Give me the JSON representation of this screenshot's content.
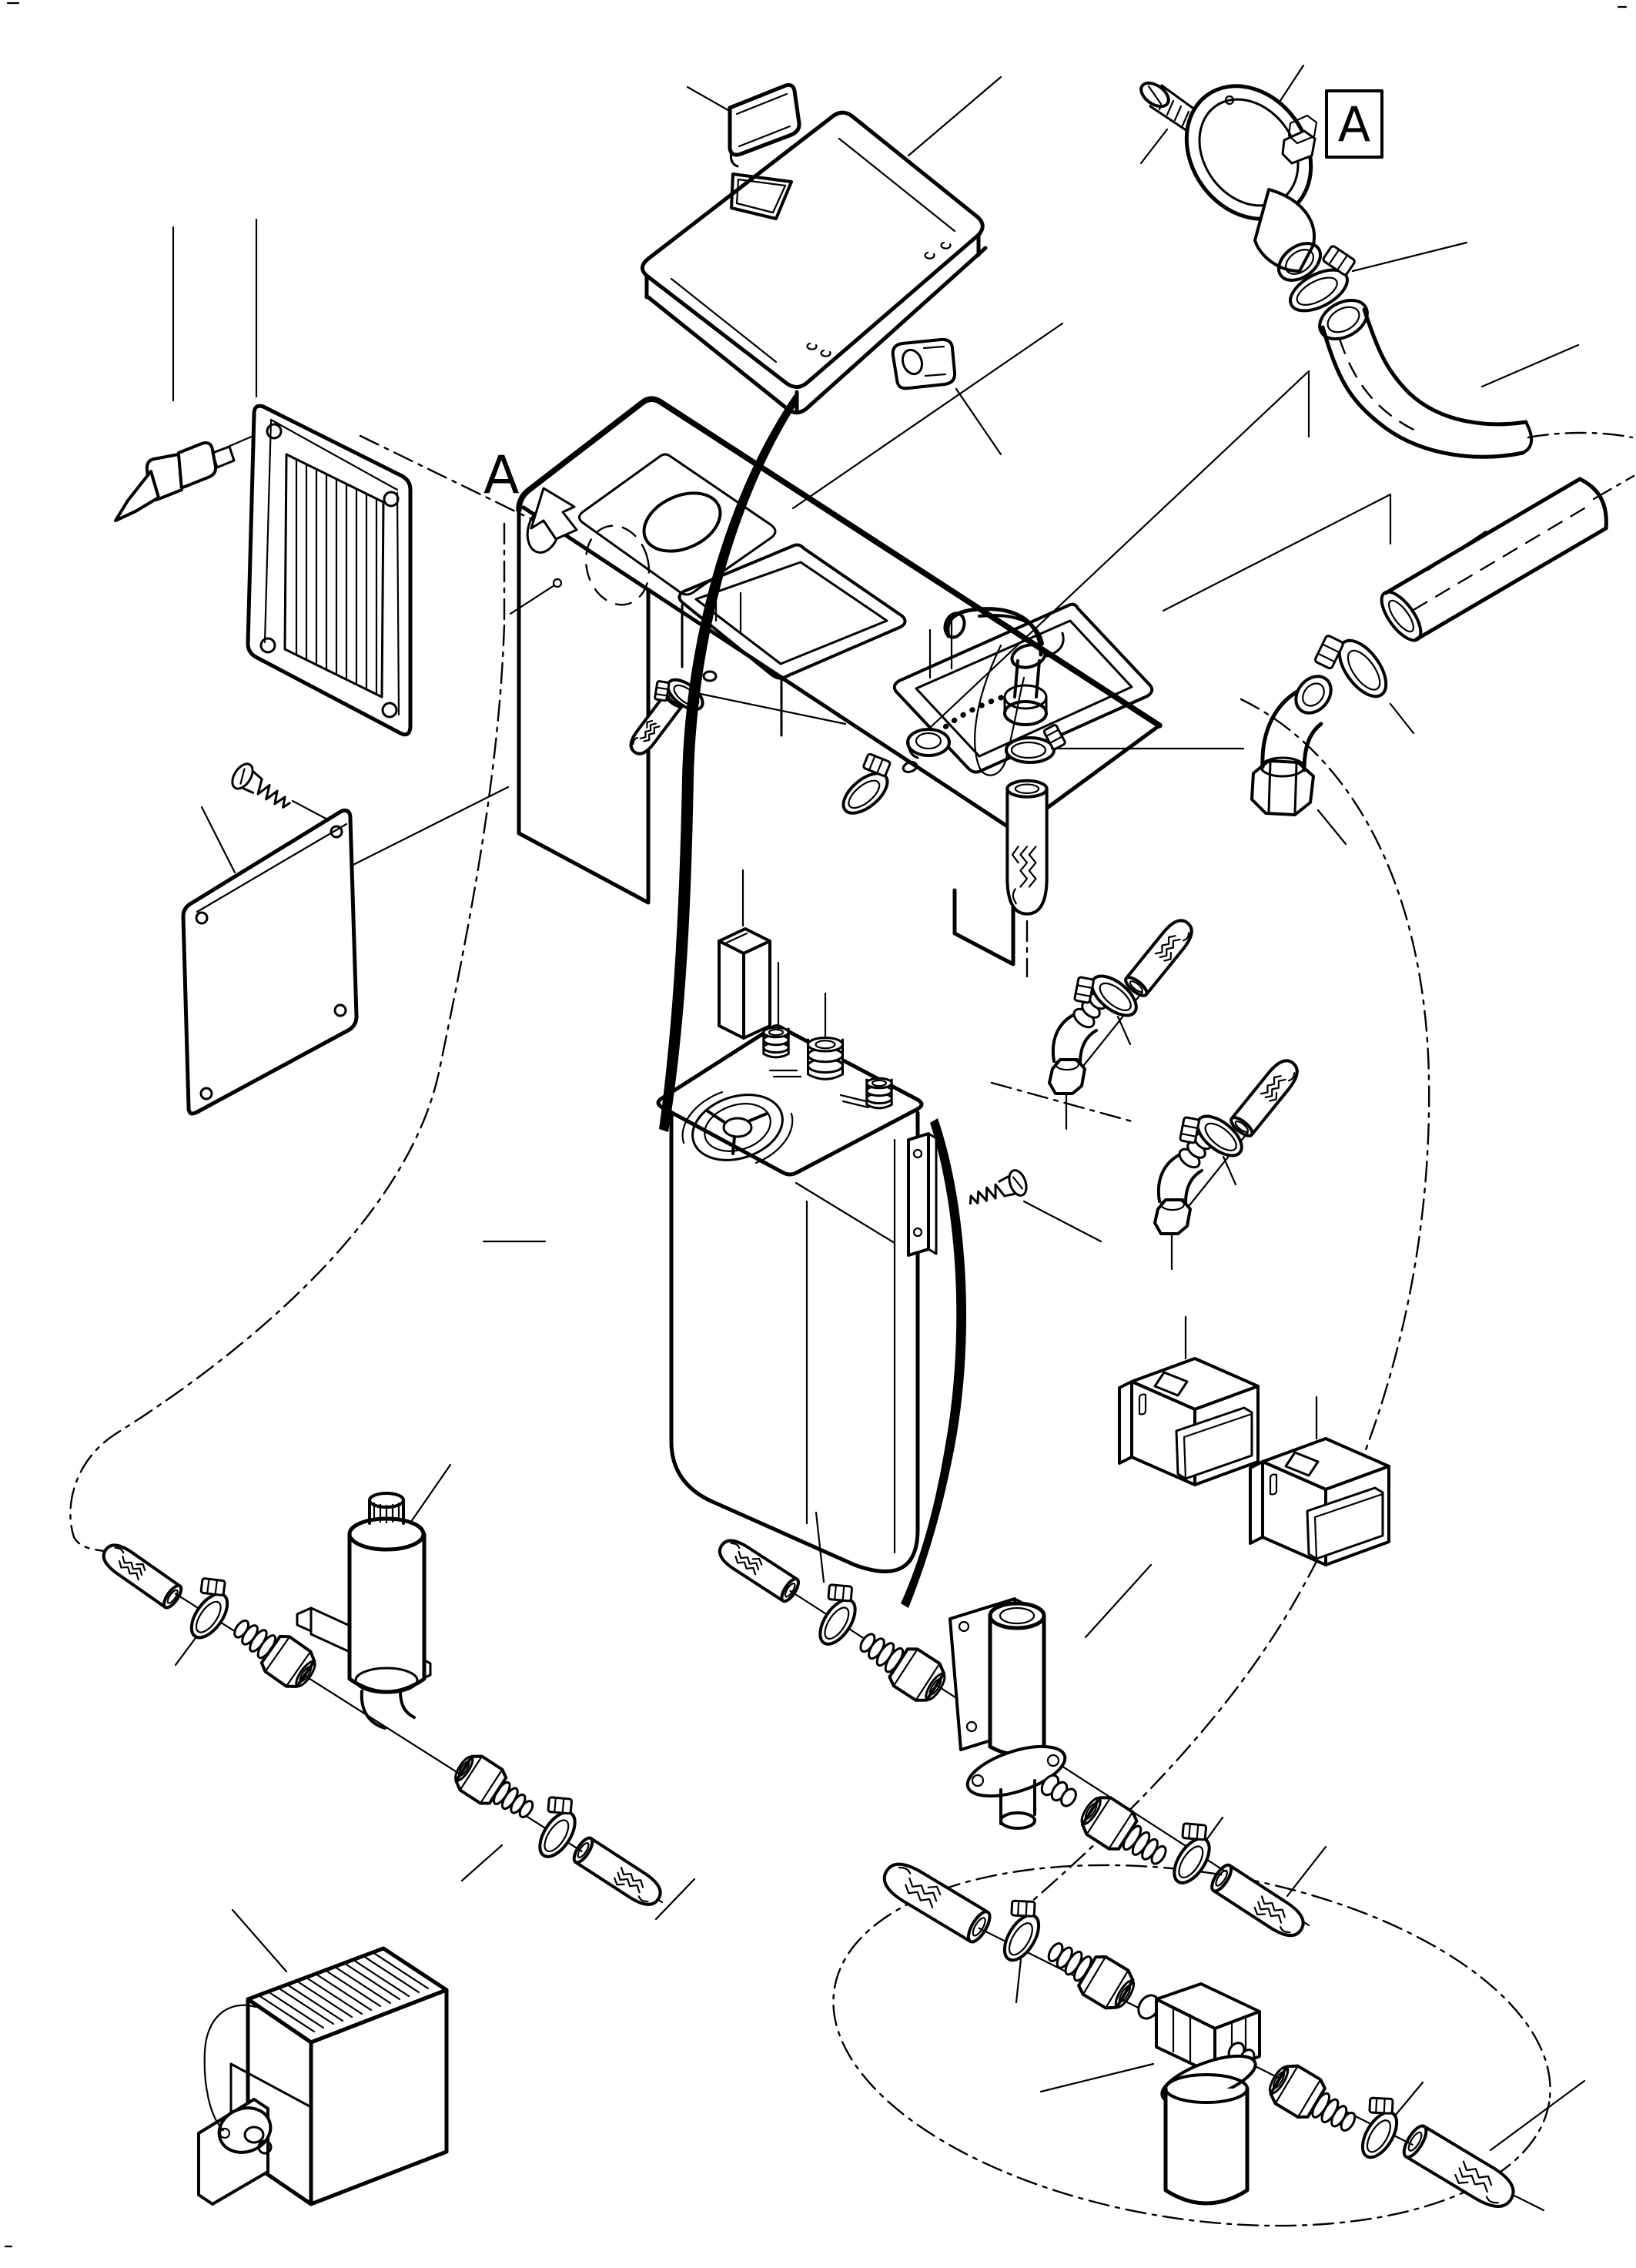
{
  "diagram": {
    "type": "exploded-parts-diagram",
    "subject": "Water tank and sink counter unit with plumbing: lid, filler neck, vent grille, access panel, faucet, hoses, clamps, elbow fittings, brackets, pump, valve, heater and in-line filter",
    "style": {
      "line_color": "#000000",
      "background": "#ffffff"
    },
    "labels": {
      "view_arrow": "A",
      "detail_box": "A"
    },
    "parts": [
      {
        "id": "lid",
        "name": "tank top cover"
      },
      {
        "id": "lid-handle",
        "name": "cover handle insert"
      },
      {
        "id": "lid-latch",
        "name": "cover latch"
      },
      {
        "id": "filler-bolt",
        "name": "filler neck screw"
      },
      {
        "id": "filler-neck",
        "name": "filler neck with flange"
      },
      {
        "id": "filler-clamp",
        "name": "hose clamp"
      },
      {
        "id": "filler-hose",
        "name": "filler hose"
      },
      {
        "id": "vent-grille",
        "name": "vent grille panel"
      },
      {
        "id": "wing-latch",
        "name": "grille wing latch"
      },
      {
        "id": "panel-screw",
        "name": "panel screw"
      },
      {
        "id": "access-panel",
        "name": "access cover plate"
      },
      {
        "id": "tank",
        "name": "water tank / sink counter unit"
      },
      {
        "id": "faucet",
        "name": "sink faucet"
      },
      {
        "id": "drain-cap",
        "name": "cap with bead chain"
      },
      {
        "id": "under-sink-clamp",
        "name": "hose clamp"
      },
      {
        "id": "under-sink-hose",
        "name": "drain hose"
      },
      {
        "id": "outlet-elbow",
        "name": "elbow union fitting"
      },
      {
        "id": "outlet-clamp",
        "name": "hose clamp"
      },
      {
        "id": "outlet-tube",
        "name": "outlet tube"
      },
      {
        "id": "elbow-fitting-1",
        "name": "elbow hose fitting"
      },
      {
        "id": "elbow-fitting-2",
        "name": "elbow hose fitting"
      },
      {
        "id": "hose-clamps",
        "name": "worm-drive hose clamps"
      },
      {
        "id": "braided-hoses",
        "name": "braided hose sections"
      },
      {
        "id": "bracket-1",
        "name": "mounting bracket"
      },
      {
        "id": "bracket-2",
        "name": "mounting bracket"
      },
      {
        "id": "pump",
        "name": "water pump with bracket"
      },
      {
        "id": "barb-fittings",
        "name": "barbed hex fittings"
      },
      {
        "id": "valve",
        "name": "valve with mounting plate"
      },
      {
        "id": "heater",
        "name": "water heater unit"
      },
      {
        "id": "filter",
        "name": "in-line water filter"
      },
      {
        "id": "lower-tank",
        "name": "inner tank with strainer and ports"
      },
      {
        "id": "side-plate",
        "name": "tank side plate"
      },
      {
        "id": "side-plate-screw",
        "name": "side plate screw"
      },
      {
        "id": "stand-pipe",
        "name": "stand pipe"
      },
      {
        "id": "strainer",
        "name": "tank strainer"
      }
    ]
  }
}
